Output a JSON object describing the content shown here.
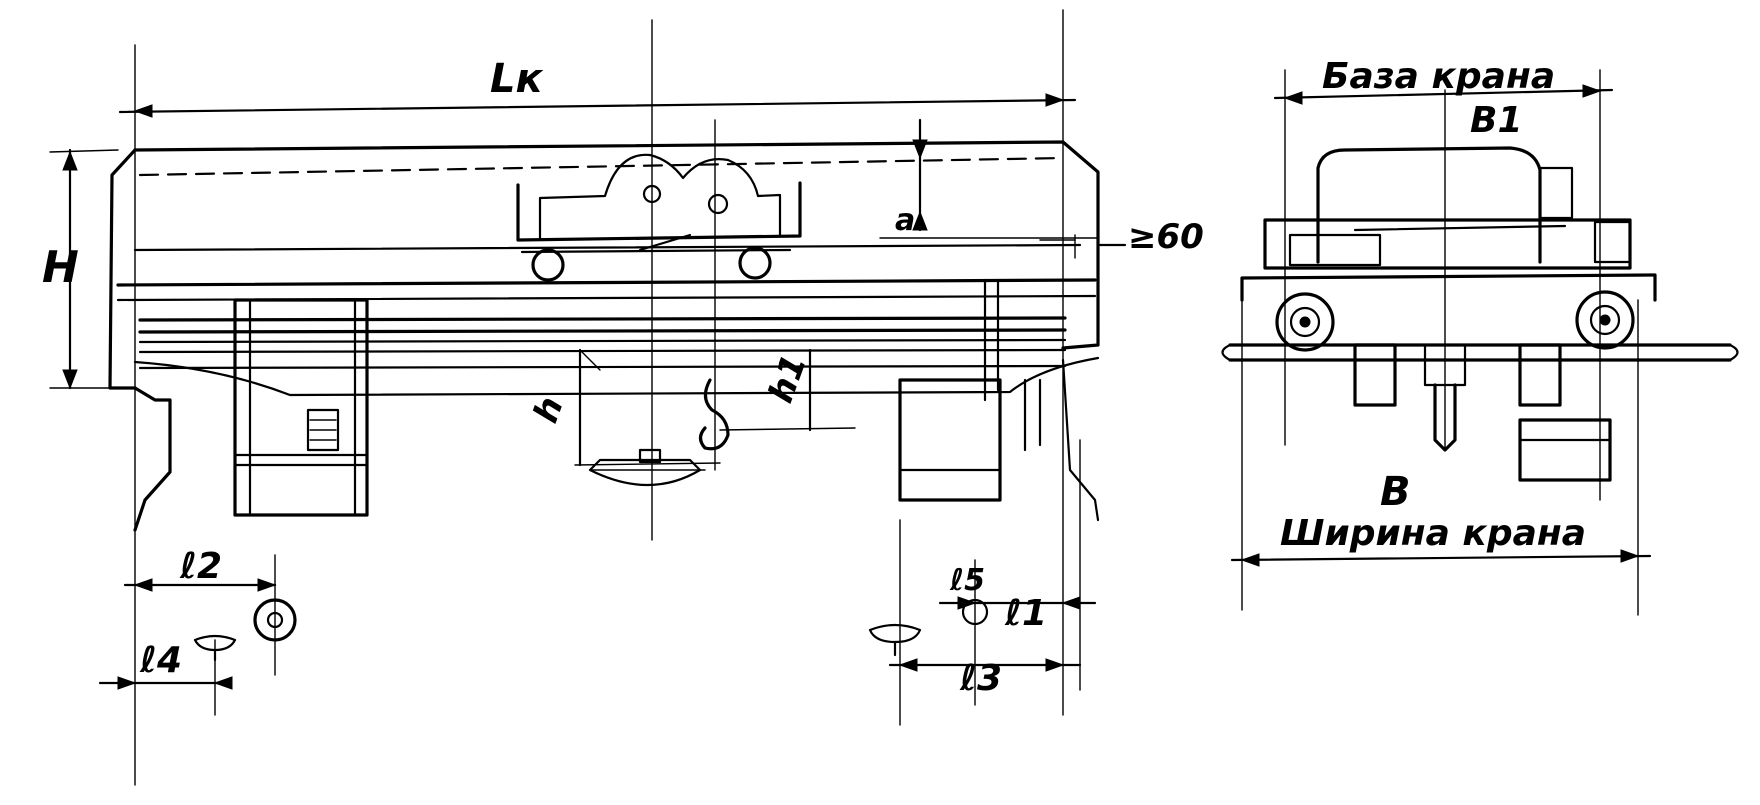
{
  "front_view": {
    "span_label": "Lк",
    "height_label": "H",
    "h_label": "h",
    "h1_label": "h1",
    "a_label": "а",
    "clearance_label": "≥60",
    "l1_label": "ℓ1",
    "l2_label": "ℓ2",
    "l3_label": "ℓ3",
    "l4_label": "ℓ4",
    "l5_label": "ℓ5"
  },
  "side_view": {
    "base_caption": "База крана",
    "base_label": "B1",
    "width_label": "B",
    "width_caption": "Ширина крана"
  }
}
